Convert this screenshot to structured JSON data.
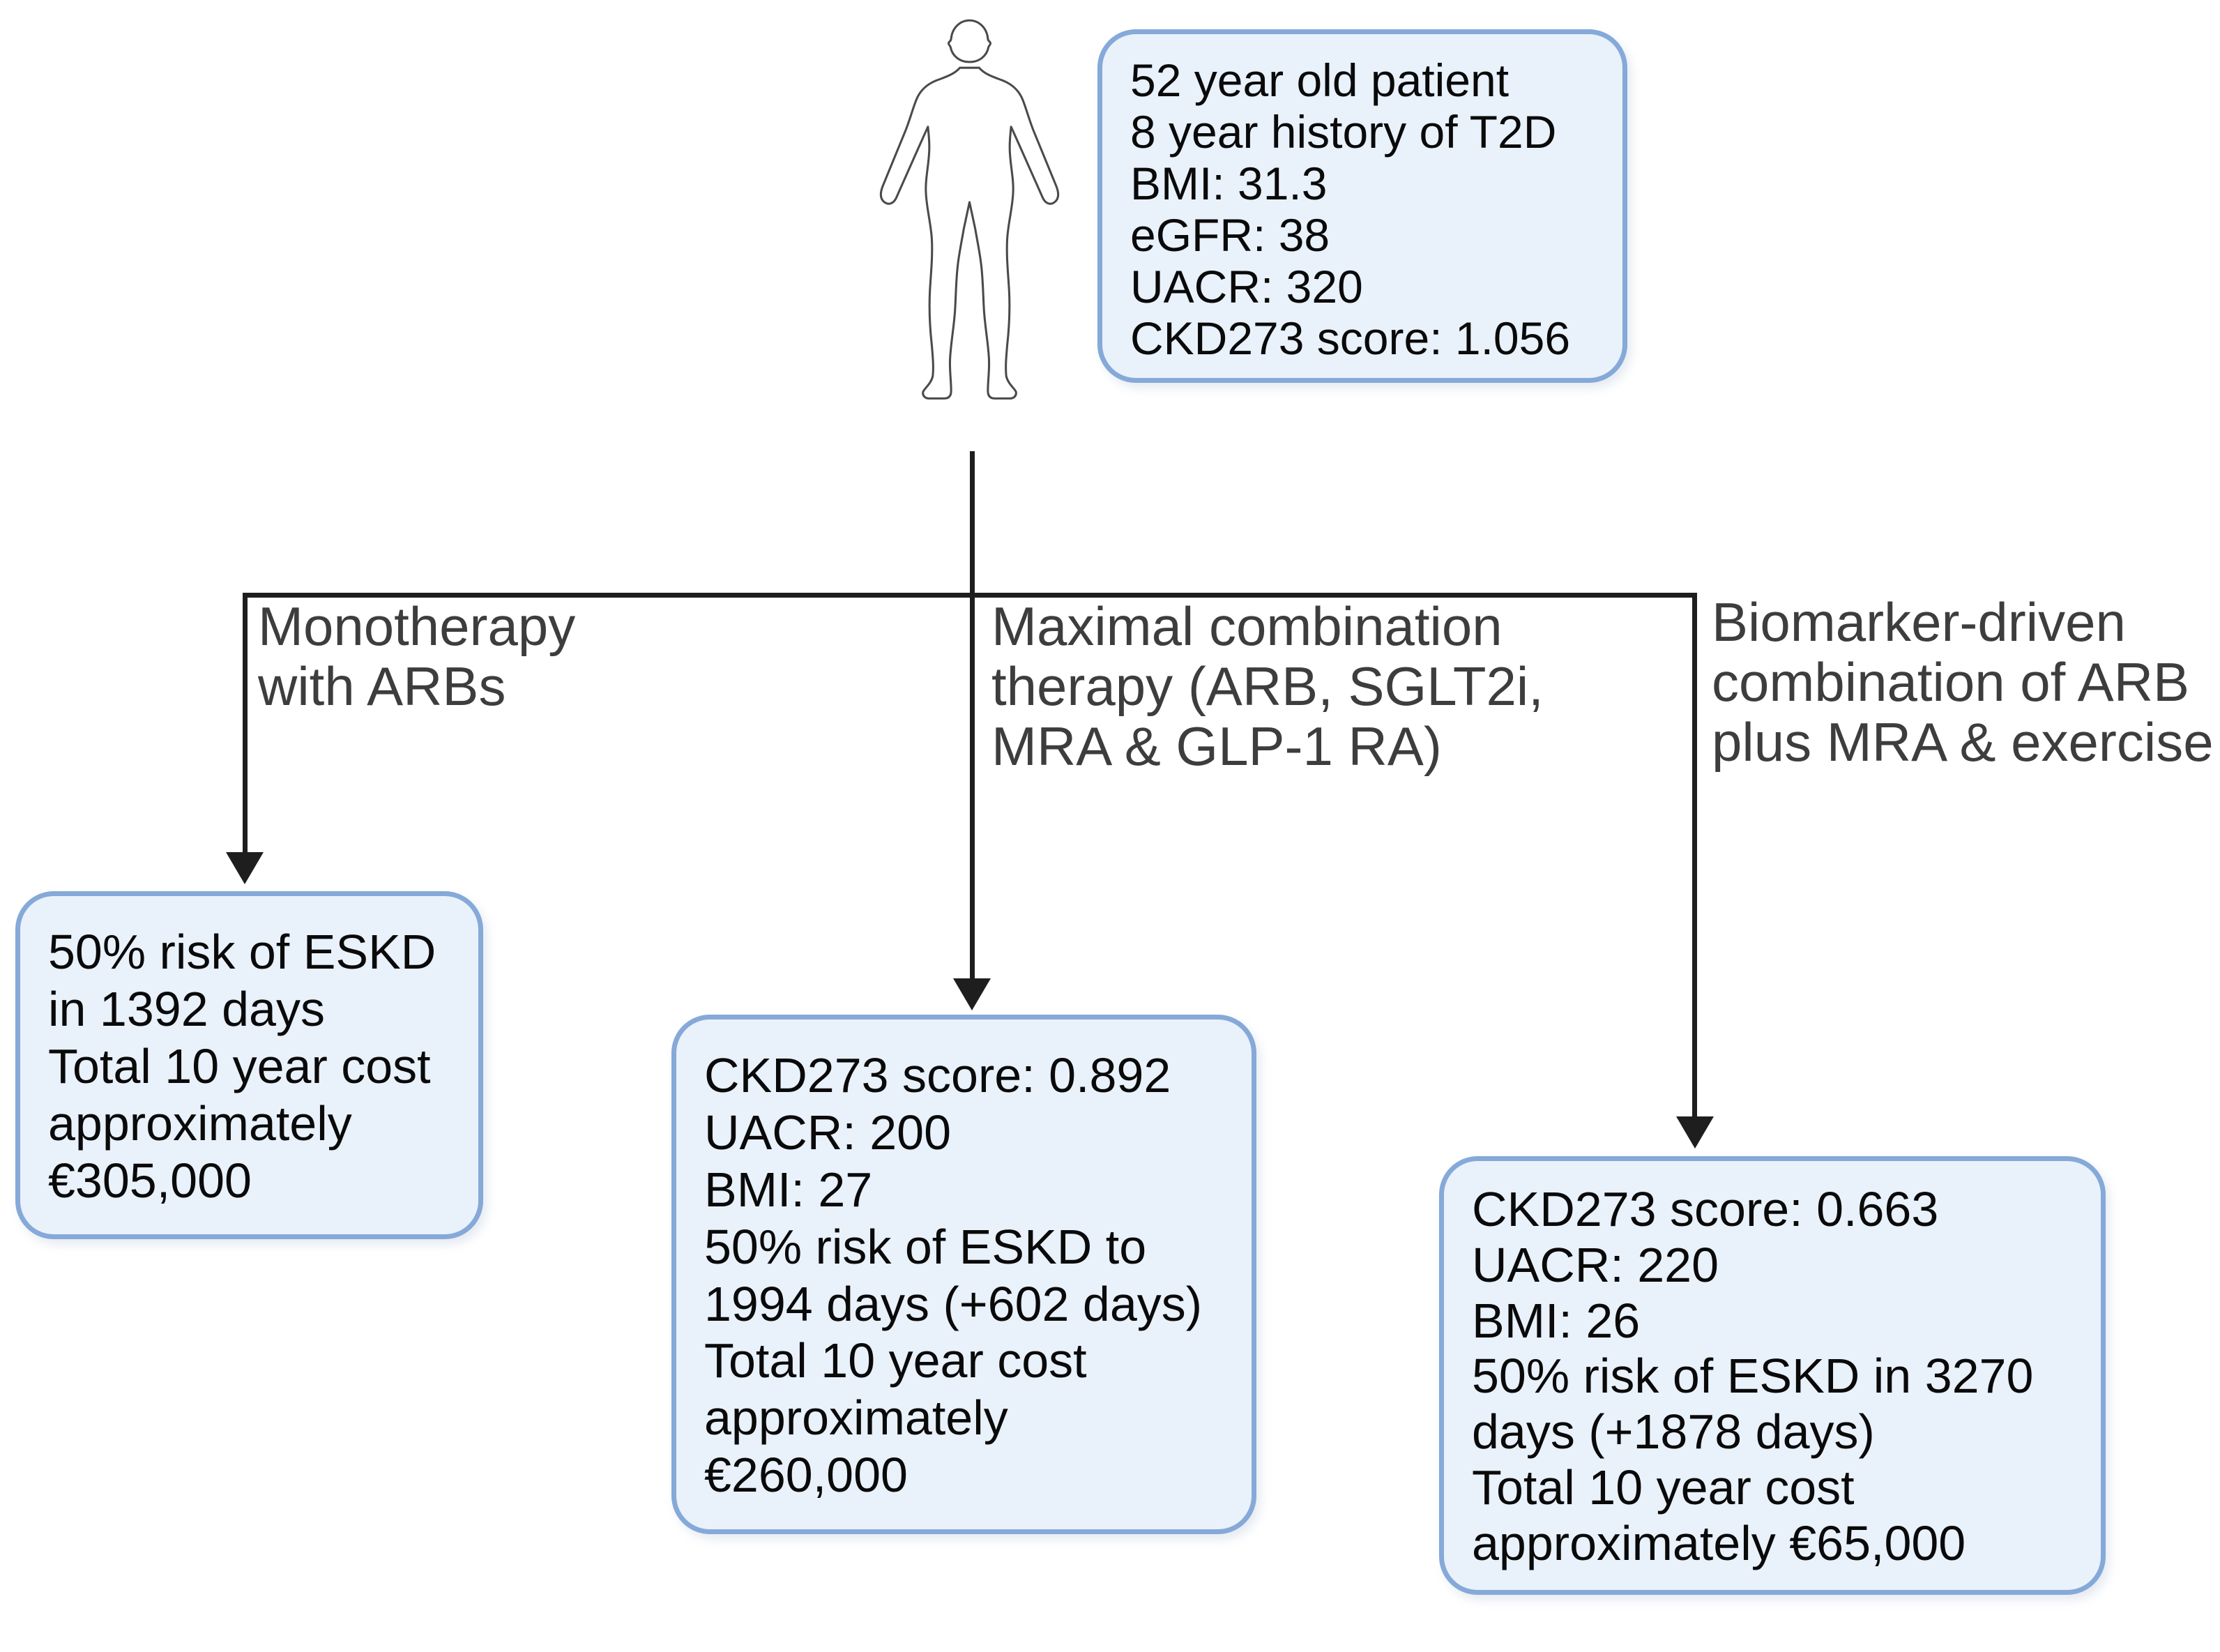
{
  "patient": {
    "icon": "person-outline-icon",
    "info_lines": [
      "52 year old patient",
      "8 year history of T2D",
      "BMI: 31.3",
      "eGFR: 38",
      "UACR: 320",
      "CKD273 score: 1.056"
    ]
  },
  "branches": [
    {
      "label_lines": [
        "Monotherapy",
        "with ARBs"
      ],
      "outcome_lines": [
        "50% risk of ESKD",
        "in 1392 days",
        "Total 10 year cost",
        "approximately",
        "€305,000"
      ]
    },
    {
      "label_lines": [
        "Maximal combination",
        "therapy (ARB, SGLT2i,",
        "MRA & GLP-1 RA)"
      ],
      "outcome_lines": [
        "CKD273 score: 0.892",
        "UACR: 200",
        "BMI: 27",
        "50% risk of ESKD to",
        "1994 days (+602 days)",
        "Total 10 year cost",
        "approximately",
        "€260,000"
      ]
    },
    {
      "label_lines": [
        "Biomarker-driven",
        "combination of ARB",
        "plus MRA & exercise"
      ],
      "outcome_lines": [
        "CKD273 score: 0.663",
        "UACR: 220",
        "BMI: 26",
        "50% risk of ESKD in 3270",
        "days (+1878 days)",
        "Total 10 year cost",
        "approximately €65,000"
      ]
    }
  ],
  "colors": {
    "box_fill": "#e9f1fb",
    "box_border": "#85a9d8",
    "connector": "#1e1e1e",
    "label_text": "#3d3d3d",
    "box_text": "#0a0a0a",
    "figure_outline": "#4a4a4a"
  }
}
